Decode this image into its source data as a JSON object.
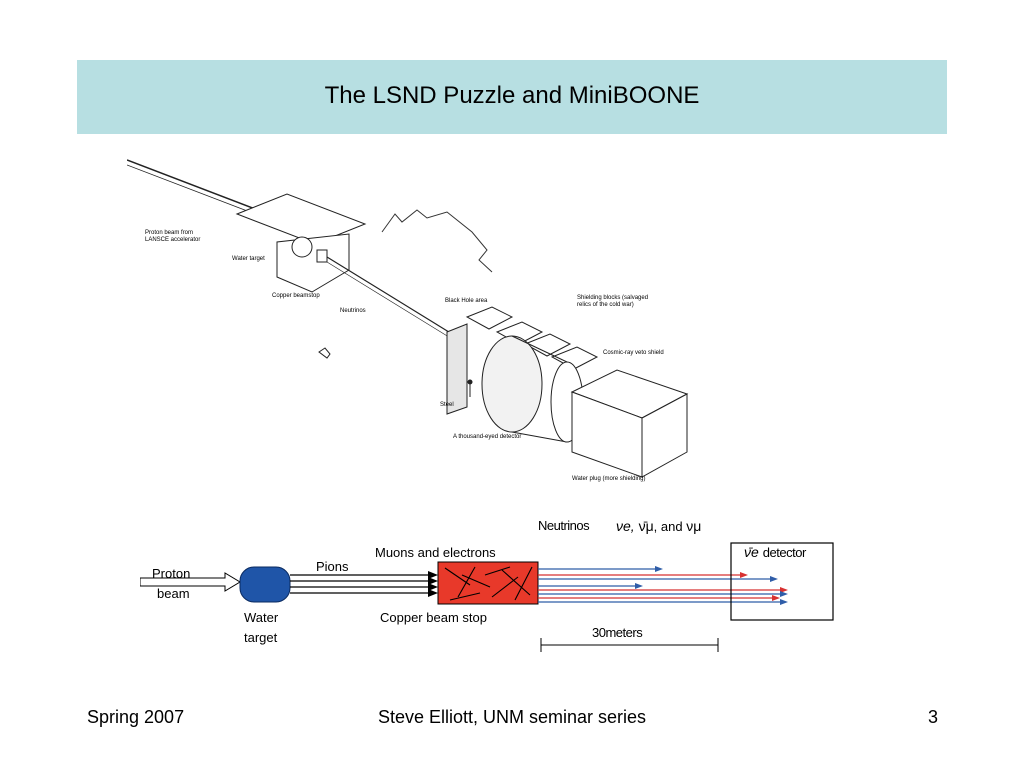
{
  "slide": {
    "title": "The LSND Puzzle and MiniBOONE"
  },
  "illustration": {
    "labels": {
      "proton_beam": "Proton beam from",
      "proton_beam_2": "LANSCE accelerator",
      "water_target": "Water target",
      "copper_beamstop": "Copper beamstop",
      "neutrinos": "Neutrinos",
      "black_hole": "Black Hole area",
      "shielding_1": "Shielding blocks (salvaged",
      "shielding_2": "relics of the cold war)",
      "cosmic_veto": "Cosmic-ray veto shield",
      "steel": "Steel",
      "detector": "A thousand-eyed detector",
      "water_plug": "Water plug (more shielding)"
    }
  },
  "schematic": {
    "proton": "Proton",
    "beam": "beam",
    "pions": "Pions",
    "muons": "Muons and electrons",
    "water": "Water",
    "target": "target",
    "copper": "Copper beam stop",
    "neutrinos_label": "Neutrinos",
    "nu_list_1": "νe, ",
    "nu_list_2": "ν̄μ",
    "nu_list_3": ", and ",
    "nu_list_4": "νμ",
    "detector_symbol": "ν̄e",
    "detector_text": "detector",
    "distance": "30meters",
    "colors": {
      "target_fill": "#1f55a8",
      "stop_fill": "#e8392a",
      "blue_line": "#2f5da8",
      "red_line": "#d83030"
    }
  },
  "footer": {
    "left": "Spring 2007",
    "center": "Steve Elliott, UNM seminar series",
    "right": "3"
  }
}
